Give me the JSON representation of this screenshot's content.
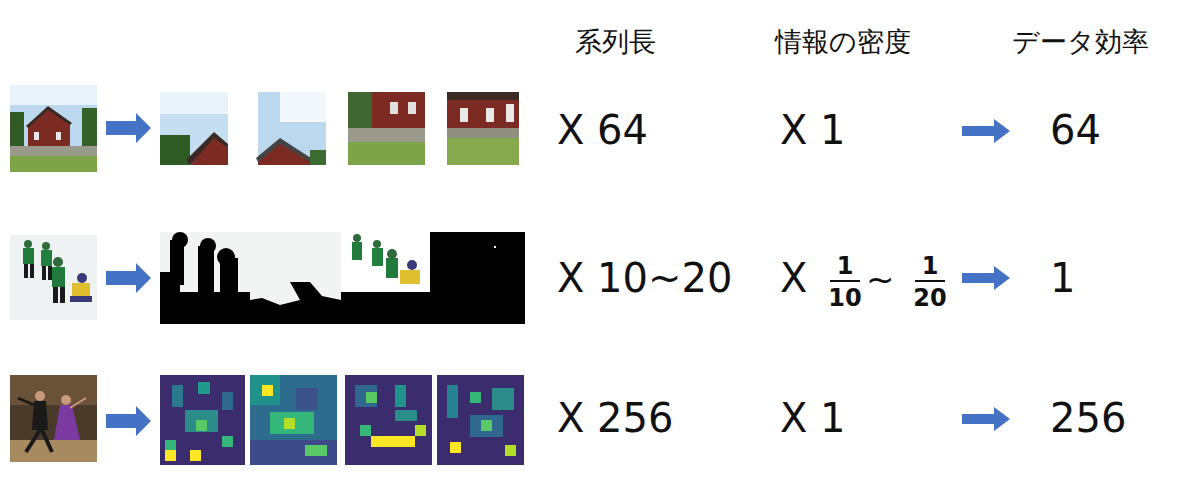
{
  "diagram": {
    "labels": [
      "系列長",
      "情報の密度",
      "データ効率",
      "X 64",
      "X 1",
      "64",
      "X 10~20",
      "X",
      "1",
      "10",
      "~",
      "1",
      "20",
      "1",
      "X 256",
      "X 1",
      "256"
    ]
  }
}
